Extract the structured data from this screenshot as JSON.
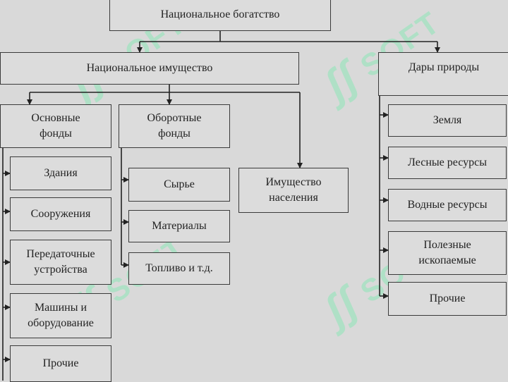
{
  "root": {
    "label": "Национальное богатство"
  },
  "property": {
    "label": "Национальное имущество"
  },
  "nature": {
    "label": "Дары природы"
  },
  "fixed_assets": {
    "label": "Основные\nфонды"
  },
  "working_assets": {
    "label": "Оборотные\nфонды"
  },
  "household": {
    "label": "Имущество\nнаселения"
  },
  "fixed_items": [
    "Здания",
    "Сооружения",
    "Передаточные\nустройства",
    "Машины и\nоборудование",
    "Прочие"
  ],
  "working_items": [
    "Сырье",
    "Материалы",
    "Топливо и т.д."
  ],
  "nature_items": [
    "Земля",
    "Лесные ресурсы",
    "Водные ресурсы",
    "Полезные\nископаемые",
    "Прочие"
  ],
  "watermark": {
    "text": "SOFT",
    "glyph": "ʃʃ"
  },
  "colors": {
    "background": "#d9d9d9",
    "box_border": "#3a3a3a",
    "watermark": "#8ee6b8"
  }
}
